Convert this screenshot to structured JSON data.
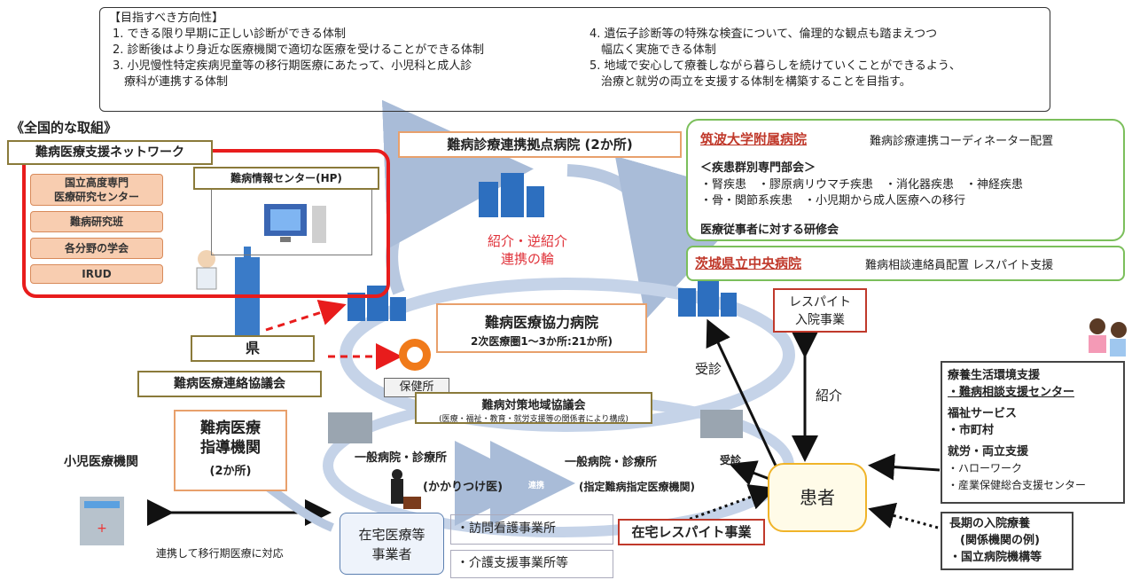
{
  "goals": {
    "title": "【目指すべき方向性】",
    "left": [
      "1. できる限り早期に正しい診断ができる体制",
      "2. 診断後はより身近な医療機関で適切な医療を受けることができる体制",
      "3. 小児慢性特定疾病児童等の移行期医療にあたって、小児科と成人診",
      "　療科が連携する体制"
    ],
    "right": [
      "4. 遺伝子診断等の特殊な検査について、倫理的な観点も踏まえつつ",
      "　幅広く実施できる体制",
      "5. 地域で安心して療養しながら暮らしを続けていくことができるよう、",
      "　治療と就労の両立を支援する体制を構築することを目指す。"
    ]
  },
  "national": {
    "heading": "《全国的な取組》",
    "network_label": "難病医療支援ネットワーク",
    "items": [
      "国立高度専門\n医療研究センター",
      "難病研究班",
      "各分野の学会",
      "IRUD"
    ],
    "info_center": "難病情報センター(HP)"
  },
  "hub": {
    "label": "難病診療連携拠点病院 (2か所)",
    "loop": [
      "紹介・逆紹介",
      "連携の輪"
    ]
  },
  "tsukuba": {
    "name": "筑波大学附属病院",
    "role": "難病診療連携コーディネーター配置",
    "dept_title": "＜疾患群別専門部会＞",
    "dept_line1": "・腎疾患　・膠原病リウマチ疾患　・消化器疾患　・神経疾患",
    "dept_line2": "・骨・関節系疾患　・小児期から成人医療への移行",
    "training": "医療従事者に対する研修会"
  },
  "ibaraki": {
    "name": "茨城県立中央病院",
    "role": "難病相談連絡員配置 レスパイト支援"
  },
  "respite": "レスパイト\n入院事業",
  "coop": {
    "title": "難病医療協力病院",
    "sub": "2次医療圏1～3か所:21か所)"
  },
  "pref": "県",
  "council": "難病医療連絡協議会",
  "hoken": "保健所",
  "regional": {
    "title": "難病対策地域協議会",
    "sub": "(医療・福祉・教育・就労支援等の関係者により構成)"
  },
  "guidance": {
    "title": "難病医療\n指導機関",
    "sub": "(2か所)"
  },
  "pediatric": "小児医療機関",
  "transition": "連携して移行期医療に対応",
  "general_left": "一般病院・診療所",
  "general_right": "一般病院・診療所",
  "kakari": "(かかりつけ医)",
  "renkei": "連携",
  "shitei": "(指定難病指定医療機関)",
  "jushin1": "受診",
  "jushin2": "受診",
  "shokai": "紹介",
  "home_care": "在宅医療等\n事業者",
  "visit_nursing": "・訪問看護事業所",
  "care_support": "・介護支援事業所等",
  "home_respite": "在宅レスパイト事業",
  "patient": "患者",
  "support": {
    "t1": "療養生活環境支援",
    "t1a": "・難病相談支援センター",
    "t2": "福祉サービス",
    "t2a": "・市町村",
    "t3": "就労・両立支援",
    "t3a": "・ハローワーク",
    "t3b": "・産業保健総合支援センター"
  },
  "longterm": {
    "t": "長期の入院療養",
    "s": "(関係機関の例)",
    "a": "・国立病院機構等"
  },
  "colors": {
    "red": "#e81c1c",
    "gold": "#8a7a3a",
    "green": "#7bbf5b",
    "orange": "#e8a06c"
  }
}
